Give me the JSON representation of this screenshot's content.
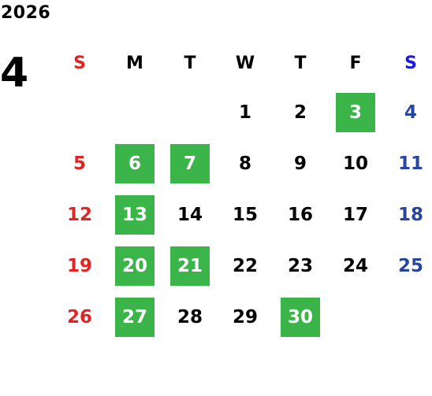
{
  "year": "2026",
  "month": "4",
  "colors": {
    "highlight": "#3bb54a",
    "sunday": "#e02424",
    "saturday": "#2845a0",
    "saturday_header": "#1a1ae0"
  },
  "weekdays": [
    "S",
    "M",
    "T",
    "W",
    "T",
    "F",
    "S"
  ],
  "weeks": [
    [
      {
        "day": "",
        "hl": false
      },
      {
        "day": "",
        "hl": false
      },
      {
        "day": "",
        "hl": false
      },
      {
        "day": "1",
        "hl": false
      },
      {
        "day": "2",
        "hl": false
      },
      {
        "day": "3",
        "hl": true
      },
      {
        "day": "4",
        "hl": false
      }
    ],
    [
      {
        "day": "5",
        "hl": false
      },
      {
        "day": "6",
        "hl": true
      },
      {
        "day": "7",
        "hl": true
      },
      {
        "day": "8",
        "hl": false
      },
      {
        "day": "9",
        "hl": false
      },
      {
        "day": "10",
        "hl": false
      },
      {
        "day": "11",
        "hl": false
      }
    ],
    [
      {
        "day": "12",
        "hl": false
      },
      {
        "day": "13",
        "hl": true
      },
      {
        "day": "14",
        "hl": false
      },
      {
        "day": "15",
        "hl": false
      },
      {
        "day": "16",
        "hl": false
      },
      {
        "day": "17",
        "hl": false
      },
      {
        "day": "18",
        "hl": false
      }
    ],
    [
      {
        "day": "19",
        "hl": false
      },
      {
        "day": "20",
        "hl": true
      },
      {
        "day": "21",
        "hl": true
      },
      {
        "day": "22",
        "hl": false
      },
      {
        "day": "23",
        "hl": false
      },
      {
        "day": "24",
        "hl": false
      },
      {
        "day": "25",
        "hl": false
      }
    ],
    [
      {
        "day": "26",
        "hl": false
      },
      {
        "day": "27",
        "hl": true
      },
      {
        "day": "28",
        "hl": false
      },
      {
        "day": "29",
        "hl": false
      },
      {
        "day": "30",
        "hl": true
      },
      {
        "day": "",
        "hl": false
      },
      {
        "day": "",
        "hl": false
      }
    ]
  ]
}
